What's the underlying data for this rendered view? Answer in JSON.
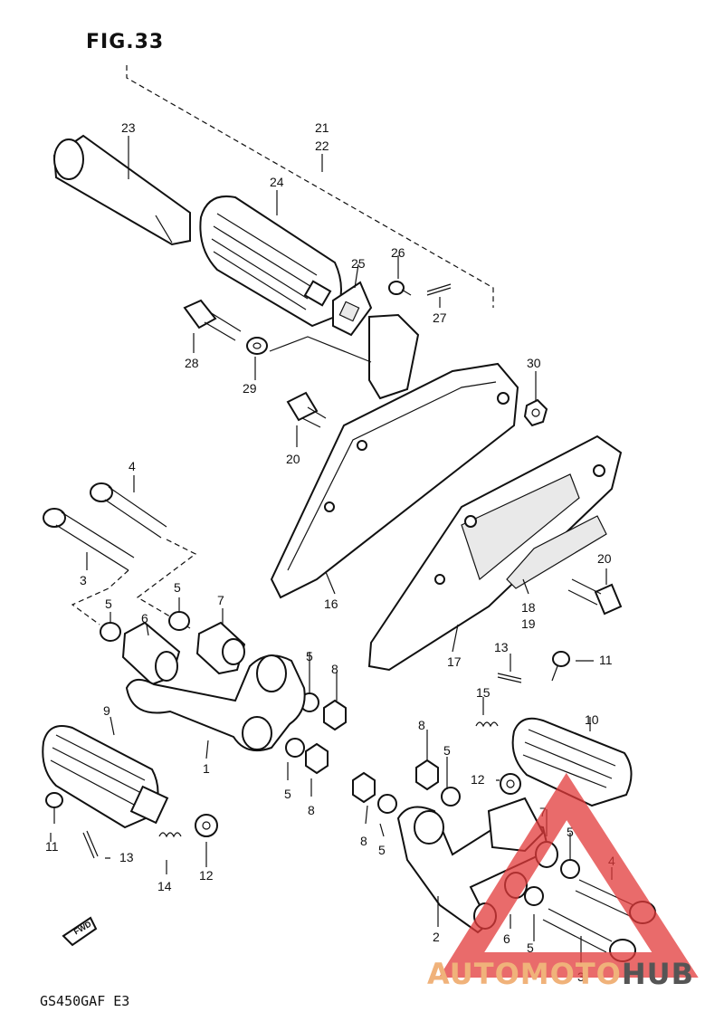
{
  "figure_title": "FIG.33",
  "model_code": "GS450GAF E3",
  "watermark": {
    "part1": "AUTOMOTO",
    "part2": "HUB",
    "accent": "#e23a3a"
  },
  "fwd_label": "FWD",
  "callouts": [
    {
      "id": "c23",
      "label": "23"
    },
    {
      "id": "c21",
      "label": "21"
    },
    {
      "id": "c22",
      "label": "22"
    },
    {
      "id": "c24",
      "label": "24"
    },
    {
      "id": "c25",
      "label": "25"
    },
    {
      "id": "c26",
      "label": "26"
    },
    {
      "id": "c27",
      "label": "27"
    },
    {
      "id": "c28",
      "label": "28"
    },
    {
      "id": "c29",
      "label": "29"
    },
    {
      "id": "c30",
      "label": "30"
    },
    {
      "id": "c20a",
      "label": "20"
    },
    {
      "id": "c4a",
      "label": "4"
    },
    {
      "id": "c3a",
      "label": "3"
    },
    {
      "id": "c16",
      "label": "16"
    },
    {
      "id": "c20b",
      "label": "20"
    },
    {
      "id": "c18",
      "label": "18"
    },
    {
      "id": "c19",
      "label": "19"
    },
    {
      "id": "c17",
      "label": "17"
    },
    {
      "id": "c5a",
      "label": "5"
    },
    {
      "id": "c5b",
      "label": "5"
    },
    {
      "id": "c7a",
      "label": "7"
    },
    {
      "id": "c6a",
      "label": "6"
    },
    {
      "id": "c13a",
      "label": "13"
    },
    {
      "id": "c11a",
      "label": "11"
    },
    {
      "id": "c5c",
      "label": "5"
    },
    {
      "id": "c8a",
      "label": "8"
    },
    {
      "id": "c15",
      "label": "15"
    },
    {
      "id": "c9",
      "label": "9"
    },
    {
      "id": "c10",
      "label": "10"
    },
    {
      "id": "c1",
      "label": "1"
    },
    {
      "id": "c8b",
      "label": "8"
    },
    {
      "id": "c5d",
      "label": "5"
    },
    {
      "id": "c5e",
      "label": "5"
    },
    {
      "id": "c8c",
      "label": "8"
    },
    {
      "id": "c12a",
      "label": "12"
    },
    {
      "id": "c7b",
      "label": "7"
    },
    {
      "id": "c8d",
      "label": "8"
    },
    {
      "id": "c5f",
      "label": "5"
    },
    {
      "id": "c5g",
      "label": "5"
    },
    {
      "id": "c4b",
      "label": "4"
    },
    {
      "id": "c11b",
      "label": "11"
    },
    {
      "id": "c13b",
      "label": "13"
    },
    {
      "id": "c14",
      "label": "14"
    },
    {
      "id": "c12b",
      "label": "12"
    },
    {
      "id": "c2",
      "label": "2"
    },
    {
      "id": "c6b",
      "label": "6"
    },
    {
      "id": "c5h",
      "label": "5"
    },
    {
      "id": "c3b",
      "label": "3"
    }
  ]
}
